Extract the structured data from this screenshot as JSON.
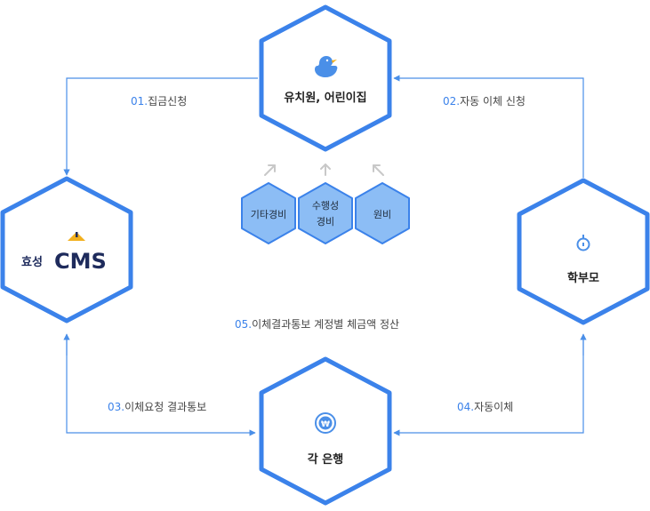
{
  "nodes": {
    "kindergarten": {
      "label": "유치원, 어린이집",
      "icon": "duck-icon"
    },
    "cms": {
      "logo_prefix": "효성",
      "logo_main": "CMS"
    },
    "parents": {
      "label": "학부모",
      "icon": "person-icon"
    },
    "banks": {
      "label": "각 은행",
      "icon": "won-coin-icon"
    }
  },
  "steps": [
    {
      "num": "01.",
      "text": "집금신청"
    },
    {
      "num": "02.",
      "text": "자동 이체 신청"
    },
    {
      "num": "03.",
      "text": "이체요청 결과통보"
    },
    {
      "num": "04.",
      "text": "자동이체"
    },
    {
      "num": "05.",
      "text": "이체결과통보 계정별 체금액 정산"
    }
  ],
  "fees": [
    {
      "lines": [
        "기타경비"
      ]
    },
    {
      "lines": [
        "수행성",
        "경비"
      ]
    },
    {
      "lines": [
        "원비"
      ]
    }
  ],
  "colors": {
    "hex_border": "#3b82ea",
    "accent_number": "#3b82ea",
    "arrow_line": "#4a8fe8",
    "fee_fill": "#8cbdf5",
    "fee_border": "#3b82ea",
    "cms_navy": "#1e2b5c",
    "cms_gold": "#f2b01e",
    "up_arrow": "#c8c8c8"
  }
}
